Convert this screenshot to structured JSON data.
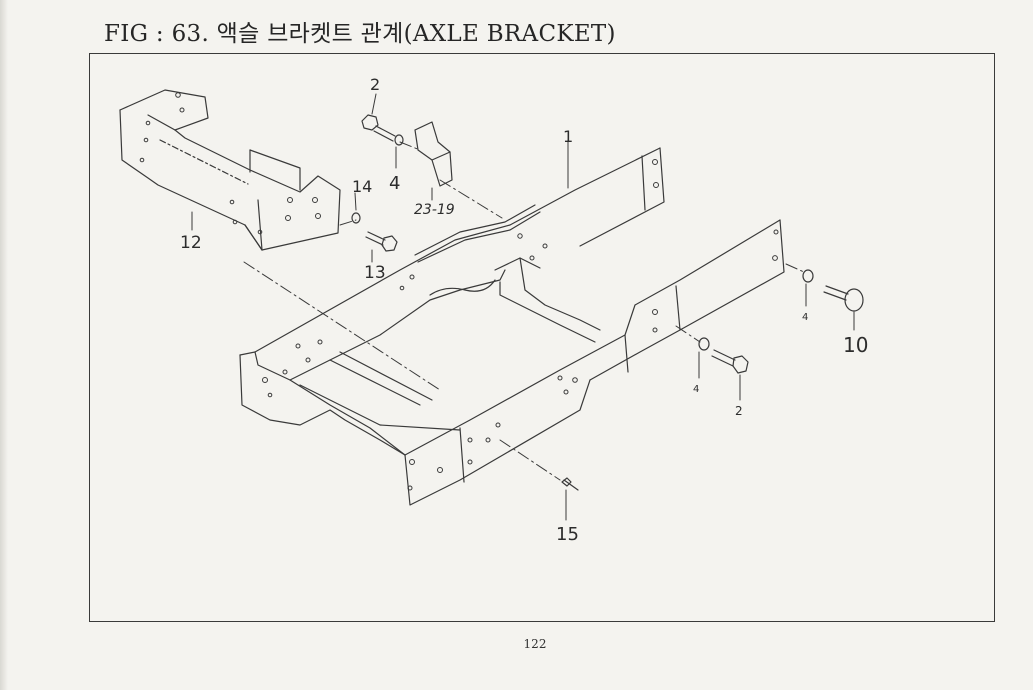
{
  "page": {
    "title": "FIG : 63. 액슬 브라켓트 관계(AXLE BRACKET)",
    "page_number": "122"
  },
  "callouts": {
    "frame": "1",
    "bolt_top": "2",
    "washer_top": "4",
    "bracket_small": "23-19",
    "washer_left": "14",
    "bolt_left": "13",
    "axle_bracket": "12",
    "washer_right": "4",
    "bolt_right": "10",
    "washer_lower": "4",
    "bolt_lower": "2",
    "screw_front": "15"
  }
}
